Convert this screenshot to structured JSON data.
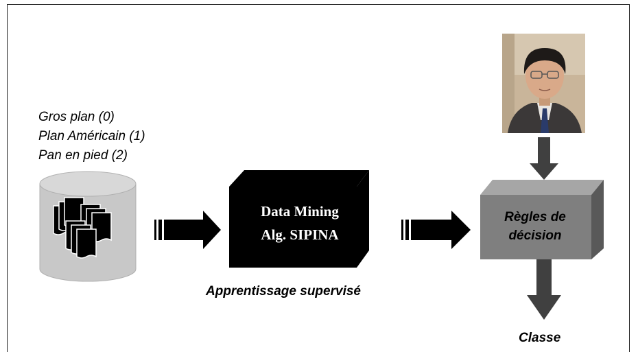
{
  "categories": {
    "line1": "Gros plan (0)",
    "line2": "Plan Américain (1)",
    "line3": "Pan en pied (2)"
  },
  "data_mining_box": {
    "line1": "Data Mining",
    "line2": "Alg. SIPINA"
  },
  "rules_box": {
    "line1": "Règles de",
    "line2": "décision"
  },
  "caption_supervised": "Apprentissage supervisé",
  "caption_class": "Classe",
  "colors": {
    "database": "#c8c8c8",
    "database_top": "#d8d8d8",
    "data_mining_box": "#000000",
    "rules_box_front": "#7f7f7f",
    "rules_box_top": "#a6a6a6",
    "rules_box_side": "#595959",
    "arrow_black": "#000000",
    "arrow_dark_gray": "#404040"
  },
  "icons": {
    "database": "database-icon",
    "documents": "documents-icon",
    "person_photo": "person-photo"
  }
}
